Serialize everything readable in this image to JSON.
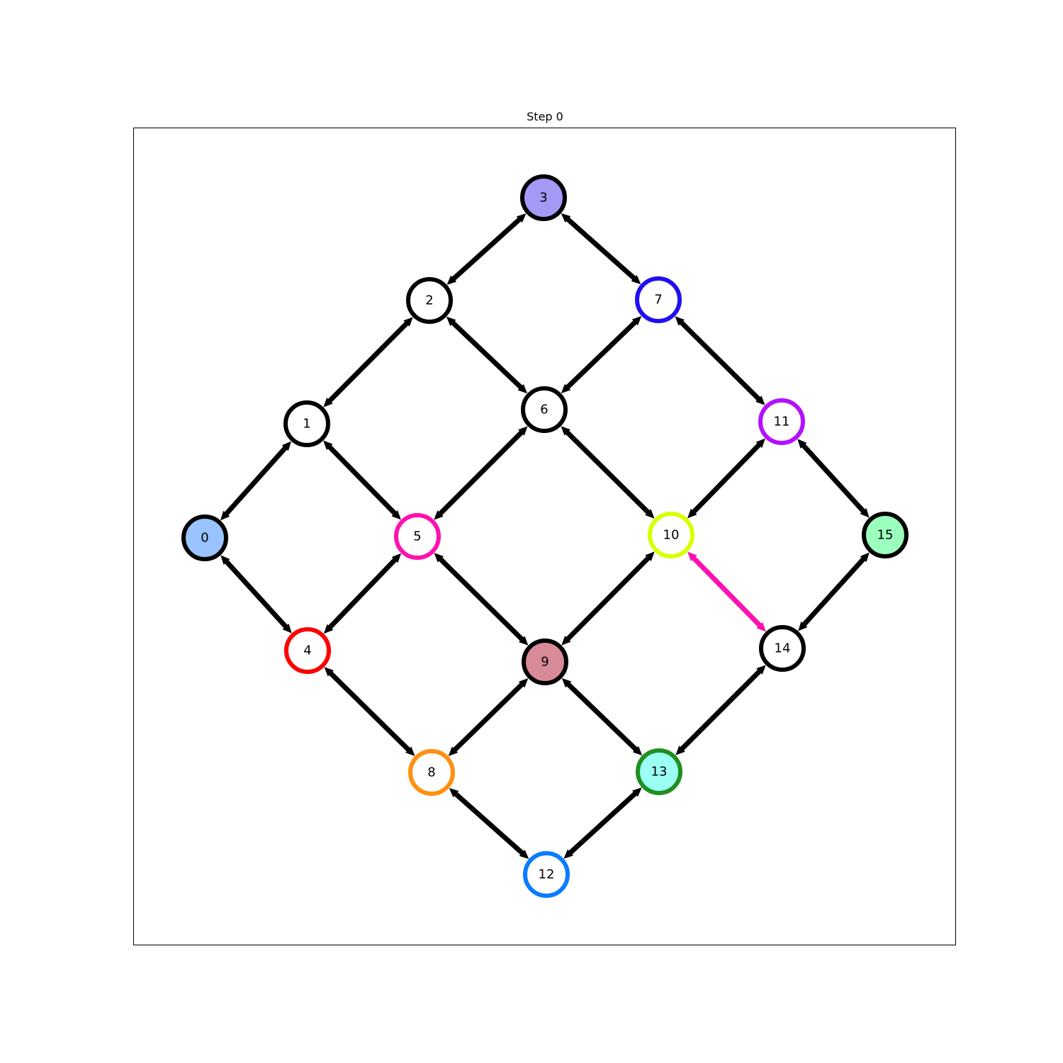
{
  "figure": {
    "title": "Step 0"
  },
  "graph": {
    "nodes": [
      {
        "id": 0,
        "label": "0",
        "fill": "#99c4ff",
        "stroke": "#000000"
      },
      {
        "id": 1,
        "label": "1",
        "fill": "#ffffff",
        "stroke": "#000000"
      },
      {
        "id": 2,
        "label": "2",
        "fill": "#ffffff",
        "stroke": "#000000"
      },
      {
        "id": 3,
        "label": "3",
        "fill": "#a499f5",
        "stroke": "#000000"
      },
      {
        "id": 4,
        "label": "4",
        "fill": "#ffffff",
        "stroke": "#ff0000"
      },
      {
        "id": 5,
        "label": "5",
        "fill": "#ffffff",
        "stroke": "#ff10b0"
      },
      {
        "id": 6,
        "label": "6",
        "fill": "#ffffff",
        "stroke": "#000000"
      },
      {
        "id": 7,
        "label": "7",
        "fill": "#ffffff",
        "stroke": "#1f0ff0"
      },
      {
        "id": 8,
        "label": "8",
        "fill": "#ffffff",
        "stroke": "#ff9010"
      },
      {
        "id": 9,
        "label": "9",
        "fill": "#d98a97",
        "stroke": "#000000"
      },
      {
        "id": 10,
        "label": "10",
        "fill": "#ffffff",
        "stroke": "#d9ff00"
      },
      {
        "id": 11,
        "label": "11",
        "fill": "#ffffff",
        "stroke": "#b410ff"
      },
      {
        "id": 12,
        "label": "12",
        "fill": "#ffffff",
        "stroke": "#0a7cff"
      },
      {
        "id": 13,
        "label": "13",
        "fill": "#9bfff5",
        "stroke": "#1f8f1f"
      },
      {
        "id": 14,
        "label": "14",
        "fill": "#ffffff",
        "stroke": "#000000"
      },
      {
        "id": 15,
        "label": "15",
        "fill": "#9bffbd",
        "stroke": "#000000"
      }
    ],
    "edges": [
      {
        "from": 3,
        "to": 2,
        "color": "#000000"
      },
      {
        "from": 3,
        "to": 7,
        "color": "#000000"
      },
      {
        "from": 2,
        "to": 1,
        "color": "#000000"
      },
      {
        "from": 2,
        "to": 6,
        "color": "#000000"
      },
      {
        "from": 7,
        "to": 6,
        "color": "#000000"
      },
      {
        "from": 7,
        "to": 11,
        "color": "#000000"
      },
      {
        "from": 1,
        "to": 0,
        "color": "#000000"
      },
      {
        "from": 1,
        "to": 5,
        "color": "#000000"
      },
      {
        "from": 6,
        "to": 5,
        "color": "#000000"
      },
      {
        "from": 6,
        "to": 10,
        "color": "#000000"
      },
      {
        "from": 11,
        "to": 10,
        "color": "#000000"
      },
      {
        "from": 11,
        "to": 15,
        "color": "#000000"
      },
      {
        "from": 0,
        "to": 4,
        "color": "#000000"
      },
      {
        "from": 5,
        "to": 4,
        "color": "#000000"
      },
      {
        "from": 5,
        "to": 9,
        "color": "#000000"
      },
      {
        "from": 10,
        "to": 9,
        "color": "#000000"
      },
      {
        "from": 10,
        "to": 14,
        "color": "#ff10b0"
      },
      {
        "from": 15,
        "to": 14,
        "color": "#000000"
      },
      {
        "from": 4,
        "to": 8,
        "color": "#000000"
      },
      {
        "from": 9,
        "to": 8,
        "color": "#000000"
      },
      {
        "from": 9,
        "to": 13,
        "color": "#000000"
      },
      {
        "from": 14,
        "to": 13,
        "color": "#000000"
      },
      {
        "from": 8,
        "to": 12,
        "color": "#000000"
      },
      {
        "from": 13,
        "to": 12,
        "color": "#000000"
      }
    ]
  }
}
